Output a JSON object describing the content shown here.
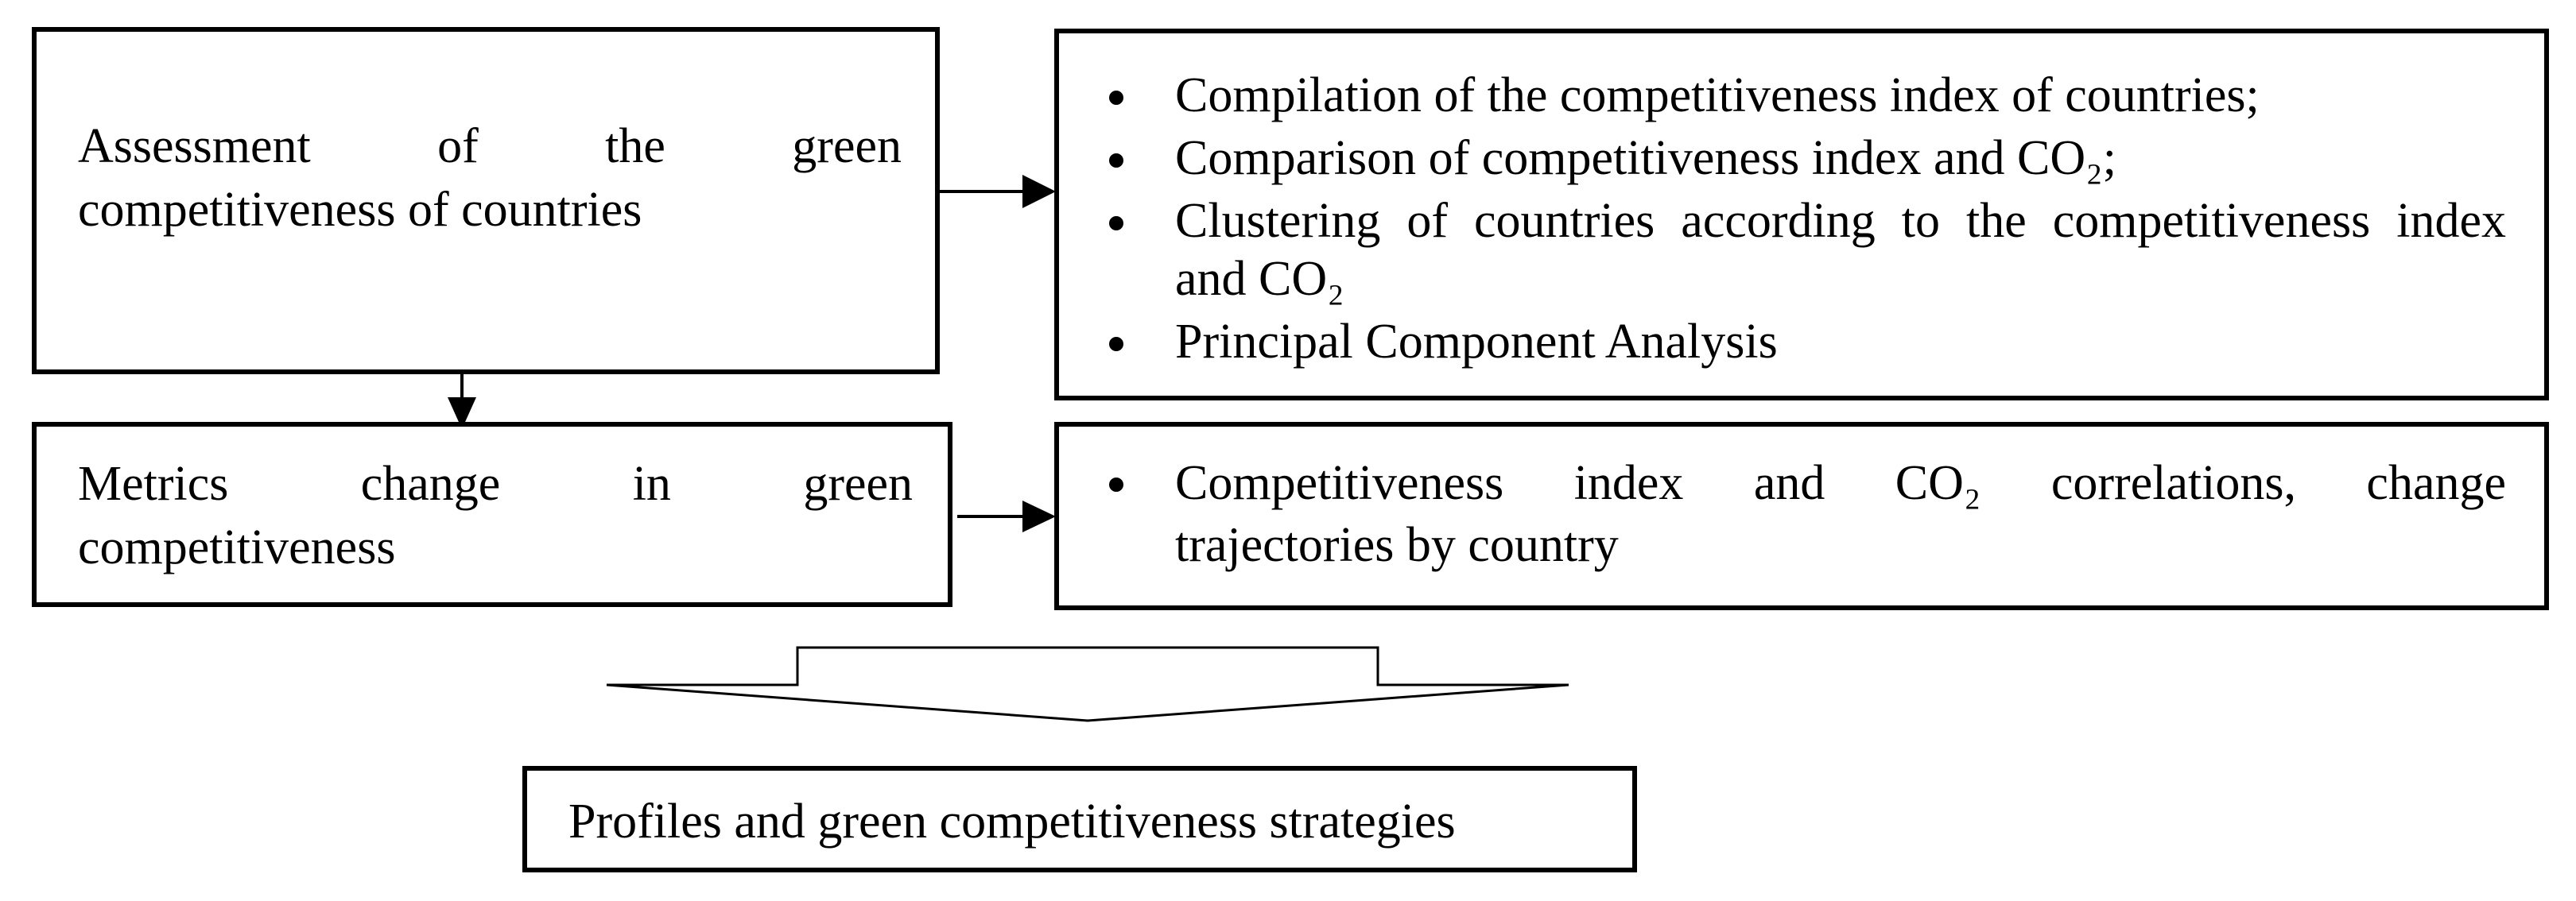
{
  "boxes": {
    "assessment": {
      "line1": "Assessment of the green",
      "line2": "competitiveness of countries"
    },
    "metrics": {
      "line1": "Metrics change in green",
      "line2": "competitiveness"
    },
    "profiles": {
      "label": "Profiles and green competitiveness strategies"
    }
  },
  "assessment_items": [
    {
      "text": "Compilation of the competitiveness index of countries;"
    },
    {
      "text": "Comparison of competitiveness index and CO₂;"
    },
    {
      "line1": "Clustering of countries according to the competitiveness index",
      "line2": "and CO₂"
    },
    {
      "text": "Principal Component Analysis"
    }
  ],
  "metrics_items": [
    {
      "line1": "Competitiveness index and CO₂ correlations, change",
      "line2": "trajectories by country"
    }
  ]
}
